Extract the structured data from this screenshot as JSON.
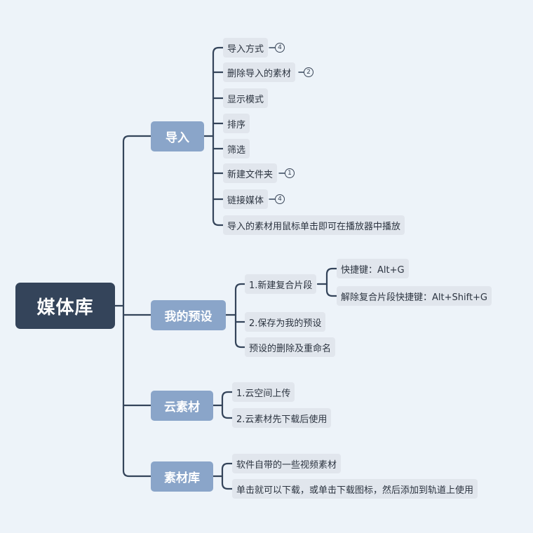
{
  "root": {
    "label": "媒体库"
  },
  "branches": {
    "import": {
      "label": "导入",
      "items": [
        {
          "label": "导入方式",
          "badge": "4"
        },
        {
          "label": "删除导入的素材",
          "badge": "2"
        },
        {
          "label": "显示模式"
        },
        {
          "label": "排序"
        },
        {
          "label": "筛选"
        },
        {
          "label": "新建文件夹",
          "badge": "1"
        },
        {
          "label": "链接媒体",
          "badge": "4"
        },
        {
          "label": "导入的素材用鼠标单击即可在播放器中播放"
        }
      ]
    },
    "presets": {
      "label": "我的预设",
      "items": [
        {
          "label": "1.新建复合片段",
          "children": [
            {
              "label": "快捷键：Alt+G"
            },
            {
              "label": "解除复合片段快捷键：Alt+Shift+G"
            }
          ]
        },
        {
          "label": "2.保存为我的预设"
        },
        {
          "label": "预设的删除及重命名"
        }
      ]
    },
    "cloud": {
      "label": "云素材",
      "items": [
        {
          "label": "1.云空间上传"
        },
        {
          "label": "2.云素材先下载后使用"
        }
      ]
    },
    "library": {
      "label": "素材库",
      "items": [
        {
          "label": "软件自带的一些视频素材"
        },
        {
          "label": "单击就可以下载，或单击下载图标，然后添加到轨道上使用"
        }
      ]
    }
  },
  "colors": {
    "background": "#edf3f9",
    "root": "#34445a",
    "branch": "#8aa5c9",
    "leaf": "#e1e6ed",
    "line": "#34445a"
  }
}
